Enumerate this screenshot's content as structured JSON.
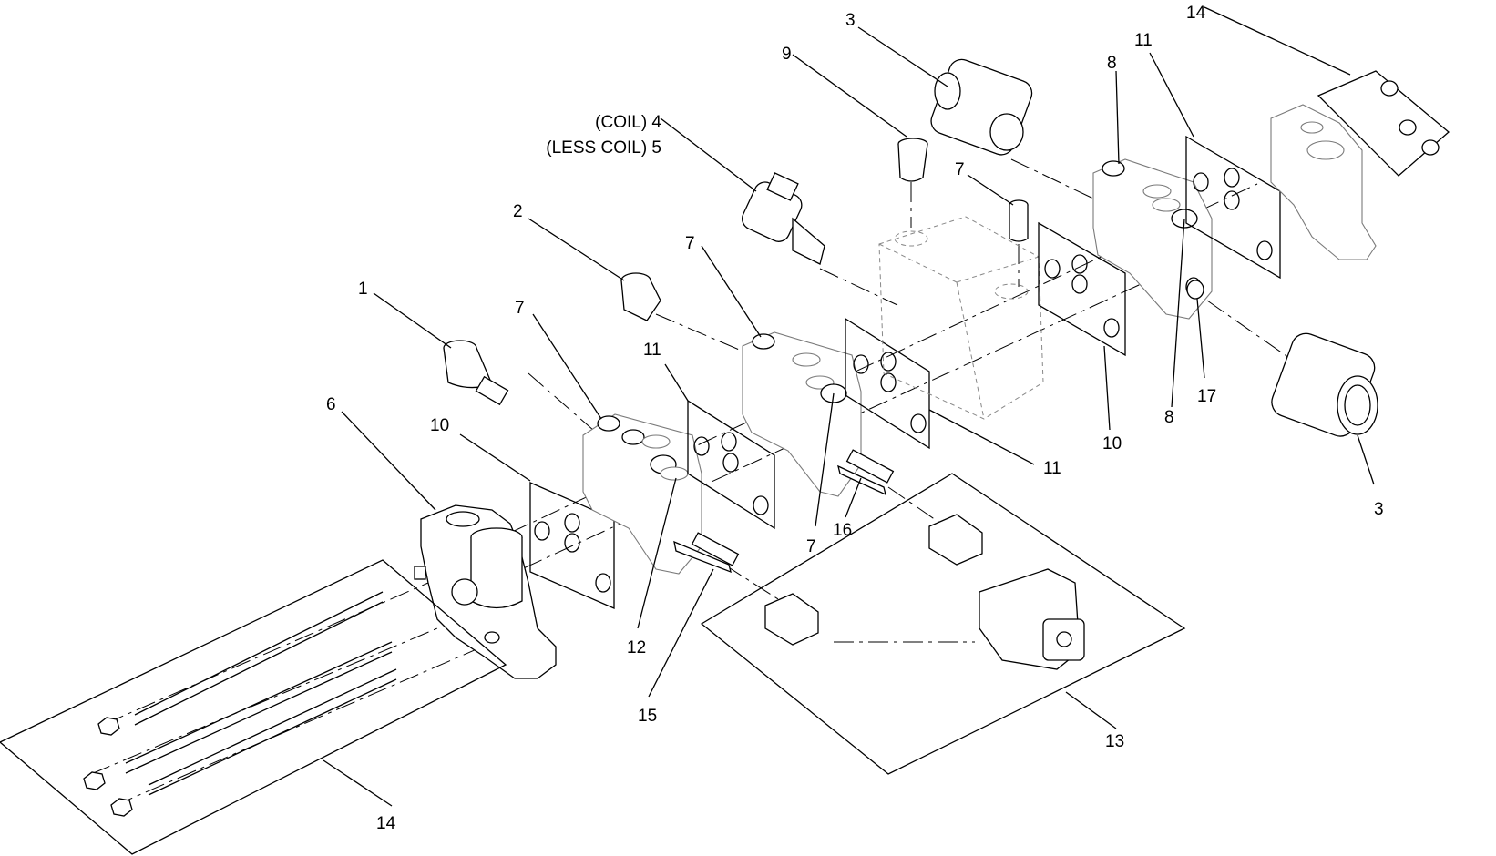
{
  "callouts": {
    "c1": "1",
    "c2": "2",
    "c3a": "3",
    "c3b": "3",
    "c4": "(COIL) 4",
    "c5": "(LESS COIL) 5",
    "c6": "6",
    "c7a": "7",
    "c7b": "7",
    "c7c": "7",
    "c7d": "7",
    "c8a": "8",
    "c8b": "8",
    "c9": "9",
    "c10a": "10",
    "c10b": "10",
    "c11a": "11",
    "c11b": "11",
    "c11c": "11",
    "c12": "12",
    "c13": "13",
    "c14a": "14",
    "c14b": "14",
    "c15": "15",
    "c16": "16",
    "c17": "17"
  }
}
